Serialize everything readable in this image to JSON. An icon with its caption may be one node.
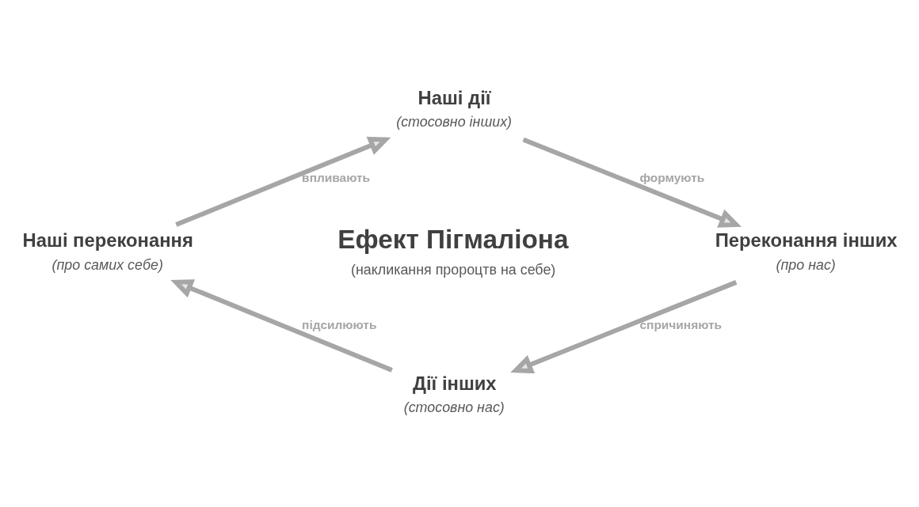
{
  "diagram": {
    "nodes": [
      {
        "text": [
          "Наші дії",
          "(стосовно інших)"
        ]
      },
      {
        "text": [
          "Переконання інших",
          "(про нас)"
        ]
      },
      {
        "text": [
          "Дії інших",
          "(стосовно нас)"
        ]
      },
      {
        "text": [
          "Наші переконання",
          "(про самих себе)"
        ]
      },
      {
        "text": [
          "Ефект Пігмаліона",
          "(накликання пророцтв на себе)"
        ]
      }
    ],
    "edges": [
      {
        "from": 3,
        "to": 0,
        "arrow": "to",
        "label": "впливають"
      },
      {
        "from": 0,
        "to": 1,
        "arrow": "to",
        "label": "формують"
      },
      {
        "from": 1,
        "to": 2,
        "arrow": "to",
        "label": "спричиняють"
      },
      {
        "from": 2,
        "to": 3,
        "arrow": "to",
        "label": "підсилюють"
      }
    ]
  }
}
